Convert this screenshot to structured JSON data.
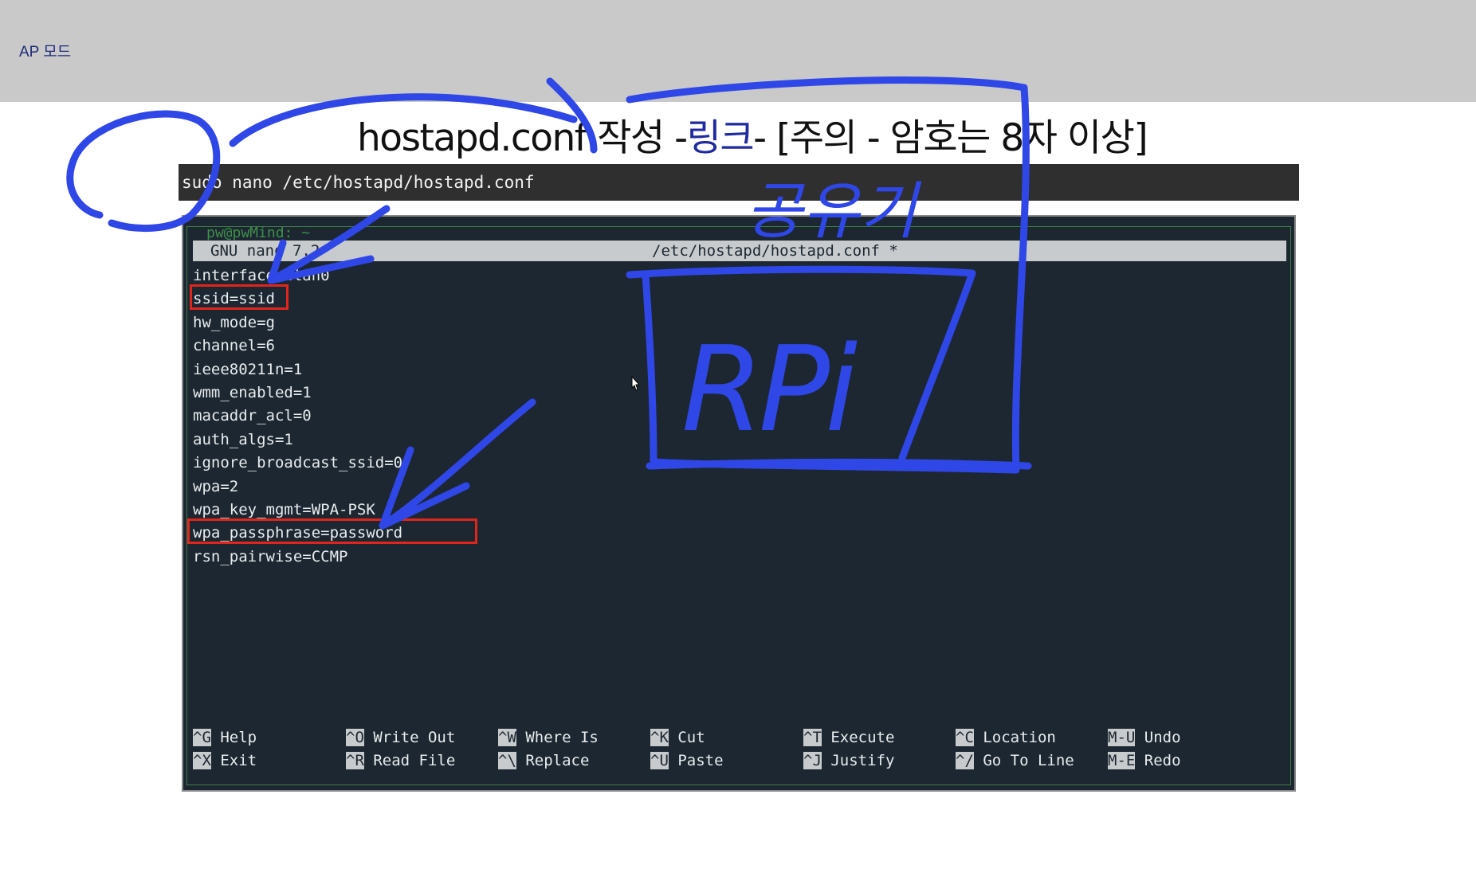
{
  "header": {
    "label": "AP 모드"
  },
  "slide": {
    "title_pre": "hostapd.conf 작성 -",
    "title_link": "링크",
    "title_post": "- [주의 - 암호는 8자 이상]"
  },
  "command": {
    "text": "sudo nano /etc/hostapd/hostapd.conf"
  },
  "terminal": {
    "title": "pw@pwMind: ~",
    "nano_version": "GNU nano 7.2",
    "filename": "/etc/hostapd/hostapd.conf *",
    "lines": [
      "interface=wlan0",
      "ssid=ssid",
      "hw_mode=g",
      "channel=6",
      "ieee80211n=1",
      "wmm_enabled=1",
      "macaddr_acl=0",
      "auth_algs=1",
      "ignore_broadcast_ssid=0",
      "wpa=2",
      "wpa_key_mgmt=WPA-PSK",
      "wpa_passphrase=password",
      "rsn_pairwise=CCMP"
    ],
    "shortcuts_row1": [
      {
        "key": "^G",
        "label": "Help"
      },
      {
        "key": "^O",
        "label": "Write Out"
      },
      {
        "key": "^W",
        "label": "Where Is"
      },
      {
        "key": "^K",
        "label": "Cut"
      },
      {
        "key": "^T",
        "label": "Execute"
      },
      {
        "key": "^C",
        "label": "Location"
      },
      {
        "key": "M-U",
        "label": "Undo"
      }
    ],
    "shortcuts_row2": [
      {
        "key": "^X",
        "label": "Exit"
      },
      {
        "key": "^R",
        "label": "Read File"
      },
      {
        "key": "^\\",
        "label": "Replace"
      },
      {
        "key": "^U",
        "label": "Paste"
      },
      {
        "key": "^J",
        "label": "Justify"
      },
      {
        "key": "^/",
        "label": "Go To Line"
      },
      {
        "key": "M-E",
        "label": "Redo"
      }
    ]
  },
  "annotations": {
    "handwriting_top": "공유기",
    "handwriting_box": "RPi",
    "ink_color": "#2f47e6",
    "highlight_color": "#e0251c"
  }
}
